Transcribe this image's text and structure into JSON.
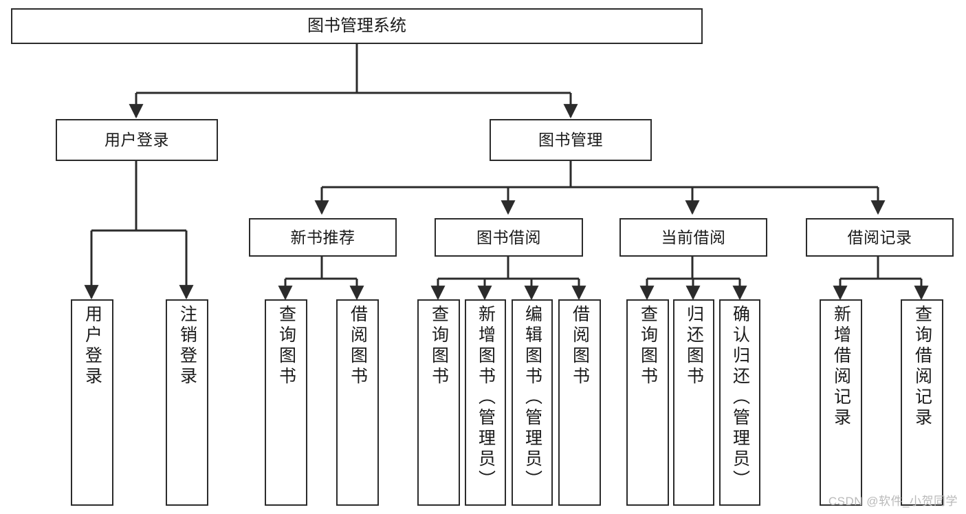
{
  "diagram": {
    "title": "图书管理系统",
    "type": "tree",
    "root": {
      "label": "图书管理系统"
    },
    "level2": [
      {
        "id": "user-login",
        "label": "用户登录"
      },
      {
        "id": "book-manage",
        "label": "图书管理"
      }
    ],
    "level3": [
      {
        "id": "new-book-recommend",
        "label": "新书推荐",
        "parent": "book-manage"
      },
      {
        "id": "book-borrow",
        "label": "图书借阅",
        "parent": "book-manage"
      },
      {
        "id": "current-borrow",
        "label": "当前借阅",
        "parent": "book-manage"
      },
      {
        "id": "borrow-record",
        "label": "借阅记录",
        "parent": "book-manage"
      }
    ],
    "leaves": [
      {
        "id": "leaf-user-login",
        "label": "用户登录",
        "parent": "user-login"
      },
      {
        "id": "leaf-logout-login",
        "label": "注销登录",
        "parent": "user-login"
      },
      {
        "id": "leaf-query-book-1",
        "label": "查询图书",
        "parent": "new-book-recommend"
      },
      {
        "id": "leaf-borrow-book-1",
        "label": "借阅图书",
        "parent": "new-book-recommend"
      },
      {
        "id": "leaf-query-book-2",
        "label": "查询图书",
        "parent": "book-borrow"
      },
      {
        "id": "leaf-add-book-admin",
        "label": "新增图书（管理员）",
        "parent": "book-borrow"
      },
      {
        "id": "leaf-edit-book-admin",
        "label": "编辑图书（管理员）",
        "parent": "book-borrow"
      },
      {
        "id": "leaf-borrow-book-2",
        "label": "借阅图书",
        "parent": "book-borrow"
      },
      {
        "id": "leaf-query-book-3",
        "label": "查询图书",
        "parent": "current-borrow"
      },
      {
        "id": "leaf-return-book",
        "label": "归还图书",
        "parent": "current-borrow"
      },
      {
        "id": "leaf-confirm-return-admin",
        "label": "确认归还（管理员）",
        "parent": "current-borrow"
      },
      {
        "id": "leaf-add-borrow-record",
        "label": "新增借阅记录",
        "parent": "borrow-record"
      },
      {
        "id": "leaf-query-borrow-record",
        "label": "查询借阅记录",
        "parent": "borrow-record"
      }
    ],
    "colors": {
      "stroke": "#2b2b2b",
      "fill": "#ffffff",
      "text": "#1a1a1a",
      "watermark": "#b9b9b9"
    }
  },
  "watermark": {
    "text": "CSDN @软件_小贺同学"
  }
}
